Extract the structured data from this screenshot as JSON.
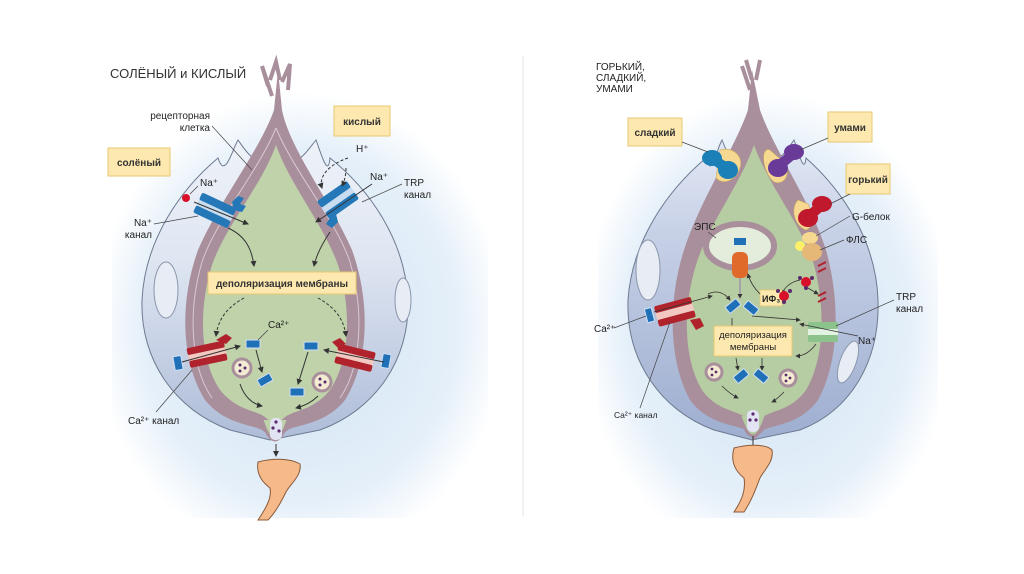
{
  "colors": {
    "background": "#ffffff",
    "glow": "#d6e8f6",
    "cell_outer": "#b5c4de",
    "cell_outer_light": "#e9eef7",
    "membrane": "#a8909c",
    "cytoplasm": "#bcd0a8",
    "label_box": "#fde9b0",
    "label_box_border": "#e8c770",
    "na_channel": "#2478b8",
    "ca_channel": "#b0222c",
    "ca_ion": "#2070b8",
    "na_ion": "#d8102a",
    "sweet_receptor": "#1b7fb8",
    "umami_receptor": "#6a3a98",
    "bitter_receptor": "#c0182c",
    "g_protein": "#f6d890",
    "plc": "#e6b878",
    "ip3_receptor": "#e06a2a",
    "trp_channel": "#8cc28c",
    "nerve": "#f6b98a"
  },
  "left_panel": {
    "title": "СОЛЁНЫЙ и КИСЛЫЙ",
    "labels": {
      "receptor_cell_1": "рецепторная",
      "receptor_cell_2": "клетка",
      "salty_box": "солёный",
      "sour_box": "кислый",
      "h_plus": "H⁺",
      "na_plus_left": "Na⁺",
      "na_plus_right": "Na⁺",
      "na_channel_1": "Na⁺",
      "na_channel_2": "канал",
      "trp_channel_1": "TRP",
      "trp_channel_2": "канал",
      "depolarization_box": "деполяризация мембраны",
      "ca_ion": "Ca²⁺",
      "ca_channel": "Ca²⁺ канал"
    }
  },
  "right_panel": {
    "title_lines": [
      "ГОРЬКИЙ,",
      "СЛАДКИЙ,",
      "УМАМИ"
    ],
    "labels": {
      "sweet_box": "сладкий",
      "umami_box": "умами",
      "bitter_box": "горький",
      "g_protein": "G-белок",
      "plc": "ФЛС",
      "er": "ЭПС",
      "ip3": "ИФ₃",
      "trp_channel_1": "TRP",
      "trp_channel_2": "канал",
      "ca_ion": "Ca²⁺",
      "na_ion": "Na⁺",
      "depolarization_1": "деполяризация",
      "depolarization_2": "мембраны",
      "ca_channel": "Ca²⁺ канал"
    }
  }
}
